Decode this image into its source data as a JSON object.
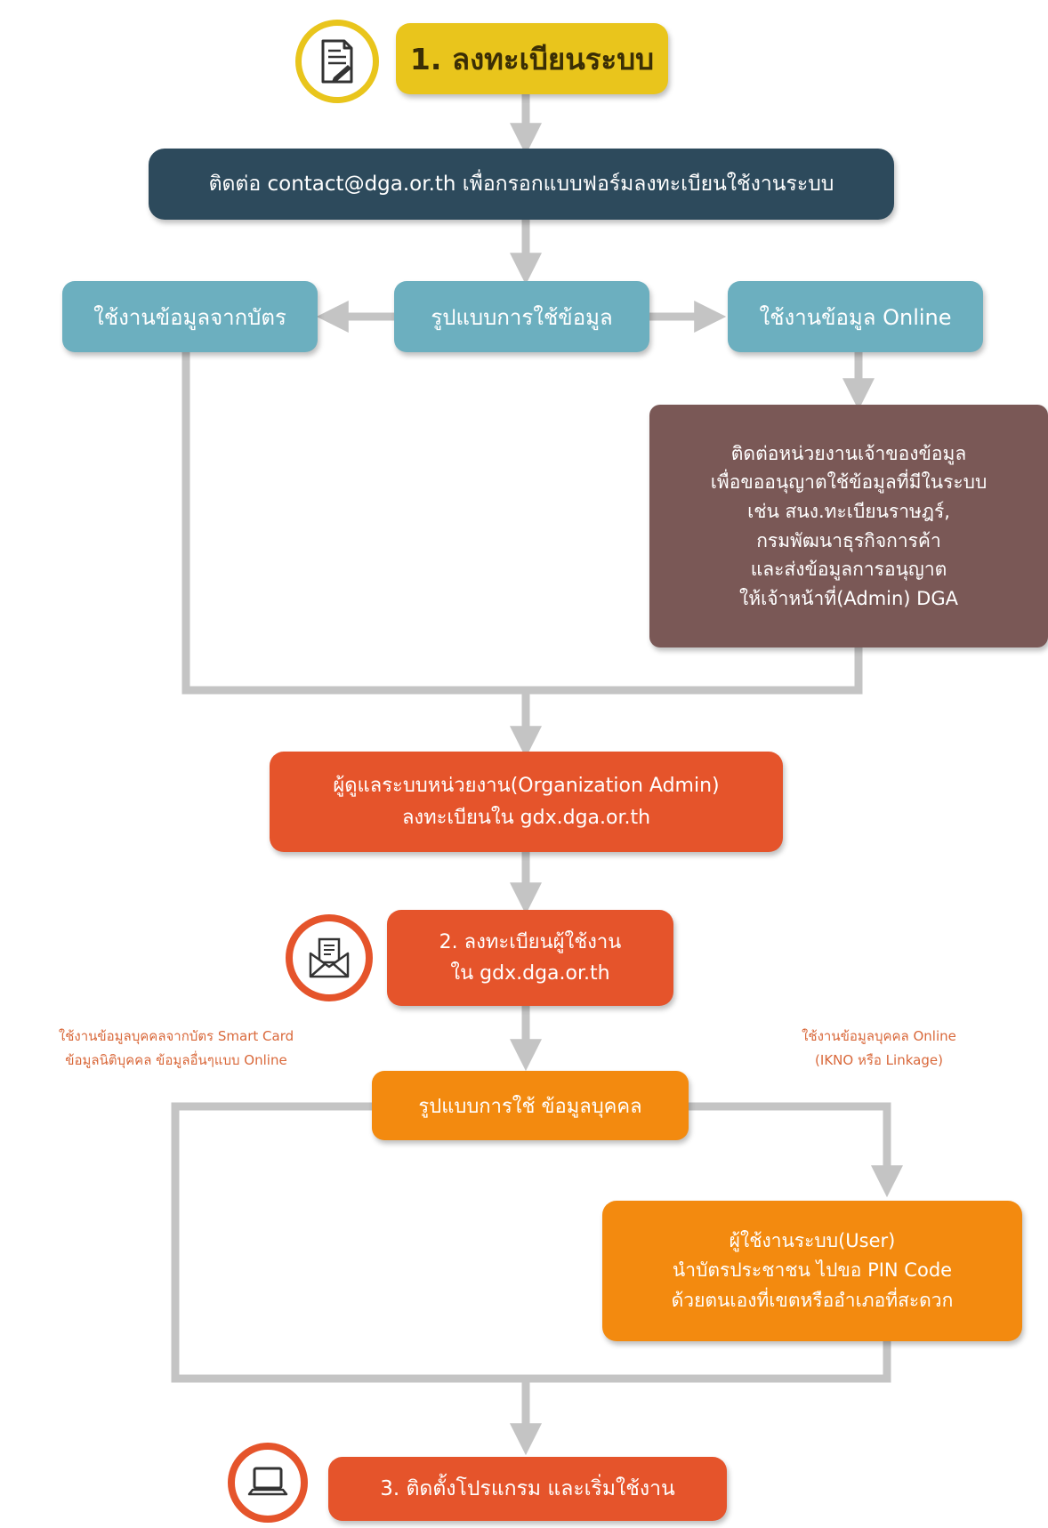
{
  "colors": {
    "connector": "#c4c4c4",
    "step1": "#e9c51c",
    "contact": "#2d4a5c",
    "choice": "#6cafbf",
    "permission": "#7a5856",
    "admin": "#e5542b",
    "personal": "#f38a0f"
  },
  "icons": {
    "step1": "document-pen-icon",
    "step2": "envelope-letter-icon",
    "step3": "laptop-icon"
  },
  "step1": {
    "label": "1. ลงทะเบียนระบบ"
  },
  "contact": {
    "label": "ติดต่อ contact@dga.or.th เพื่อกรอกแบบฟอร์มลงทะเบียนใช้งานระบบ"
  },
  "data_usage": {
    "center": "รูปแบบการใช้ข้อมูล",
    "left": "ใช้งานข้อมูลจากบัตร",
    "right": "ใช้งานข้อมูล Online"
  },
  "permission": {
    "lines": [
      "ติดต่อหน่วยงานเจ้าของข้อมูล",
      "เพื่อขออนุญาตใช้ข้อมูลที่มีในระบบ",
      "เช่น สนง.ทะเบียนราษฎร์,",
      "กรมพัฒนาธุรกิจการค้า",
      "และส่งข้อมูลการอนุญาต",
      "ให้เจ้าหน้าที่(Admin) DGA"
    ]
  },
  "org_admin": {
    "lines": [
      "ผู้ดูแลระบบหน่วยงาน(Organization Admin)",
      "ลงทะเบียนใน gdx.dga.or.th"
    ]
  },
  "step2": {
    "lines": [
      "2. ลงทะเบียนผู้ใช้งาน",
      "ใน gdx.dga.or.th"
    ]
  },
  "personal_usage": {
    "center": "รูปแบบการใช้ ข้อมูลบุคคล",
    "left_note": [
      "ใช้งานข้อมูลบุคคลจากบัตร Smart Card",
      "ข้อมูลนิติบุคคล ข้อมูลอื่นๆแบบ Online"
    ],
    "right_note": [
      "ใช้งานข้อมูลบุคคล Online",
      "(IKNO หรือ Linkage)"
    ]
  },
  "user": {
    "lines": [
      "ผู้ใช้งานระบบ(User)",
      "นำบัตรประชาชน ไปขอ PIN Code",
      "ด้วยตนเองที่เขตหรืออำเภอที่สะดวก"
    ]
  },
  "step3": {
    "label": "3. ติดตั้งโปรแกรม และเริ่มใช้งาน"
  }
}
